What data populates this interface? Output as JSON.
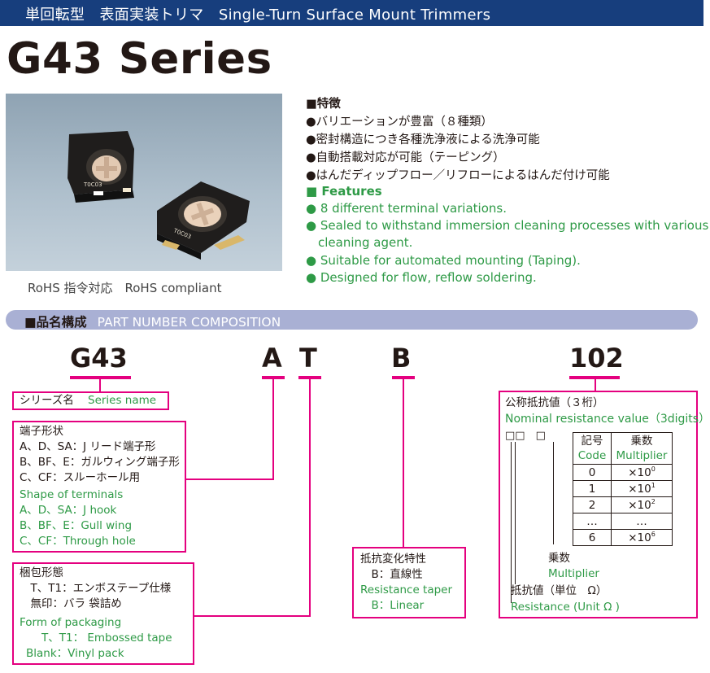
{
  "header": {
    "text": "単回転型　表面実装トリマ　Single-Turn Surface Mount Trimmers"
  },
  "title": "G43 Series",
  "photo": {
    "alt": "G43 trimmer product photo",
    "marking1": "T0C03",
    "marking2": "T0C03"
  },
  "caption": "RoHS 指令対応　RoHS compliant",
  "features_jp": {
    "heading": "■特徴",
    "items": [
      "●バリエーションが豊富（８種類）",
      "●密封構造につき各種洗浄液による洗浄可能",
      "●自動搭載対応が可能（テーピング）",
      "●はんだディップフロー／リフローによるはんだ付け可能"
    ]
  },
  "features_en": {
    "heading": "■ Features",
    "items": [
      "● 8 different terminal variations.",
      "● Sealed to withstand immersion cleaning processes with various",
      "cleaning agent.",
      "● Suitable for automated mounting (Taping).",
      "● Designed for flow, reflow soldering."
    ]
  },
  "section": {
    "jp": "■品名構成",
    "en": "PART NUMBER COMPOSITION"
  },
  "parts": {
    "g43": "G43",
    "a": "A",
    "t": "T",
    "b": "B",
    "r102": "102"
  },
  "series_box": {
    "jp": "シリーズ名",
    "en": "Series name"
  },
  "terminal_box": {
    "lines_jp": [
      "端子形状",
      "A、D、SA：J リード端子形",
      "B、BF、E：ガルウィング端子形",
      "C、CF：スルーホール用"
    ],
    "lines_en": [
      "Shape of terminals",
      "A、D、SA：J hook",
      "B、BF、E：Gull wing",
      "C、CF：Through hole"
    ]
  },
  "packaging_box": {
    "lines_jp": [
      "梱包形態",
      "　T、T1：エンボステープ仕様",
      "　無印：バラ 袋詰め"
    ],
    "lines_en": [
      "Form of packaging",
      "　　T、T1：  Embossed tape",
      "Blank：Vinyl pack"
    ]
  },
  "taper_box": {
    "lines_jp": [
      "抵抗変化特性",
      "　B：直線性"
    ],
    "lines_en": [
      "Resistance taper",
      "　B：Linear"
    ]
  },
  "resistance_box": {
    "title_jp": "公称抵抗値（３桁）",
    "title_en": "Nominal resistance value（3digits）",
    "squares": "□□　□",
    "table_headers": {
      "code_jp": "記号",
      "code_en": "Code",
      "mult_jp": "乗数",
      "mult_en": "Multiplier"
    },
    "rows": [
      {
        "code": "0",
        "base": "×10",
        "exp": "0"
      },
      {
        "code": "1",
        "base": "×10",
        "exp": "1"
      },
      {
        "code": "2",
        "base": "×10",
        "exp": "2"
      },
      {
        "code": "…",
        "base": "…",
        "exp": ""
      },
      {
        "code": "6",
        "base": "×10",
        "exp": "6"
      }
    ],
    "multiplier_jp": "乗数",
    "multiplier_en": "Multiplier",
    "resistance_jp": "抵抗値（単位　Ω）",
    "resistance_en": "Resistance (Unit Ω )"
  },
  "colors": {
    "navy": "#173e7d",
    "pink": "#e4007f",
    "green": "#2e9a46",
    "band": "#a9b0d4"
  }
}
